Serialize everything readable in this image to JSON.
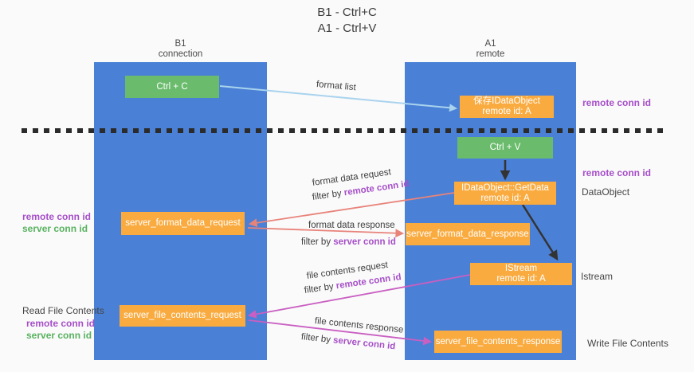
{
  "title": {
    "line1": "B1 - Ctrl+C",
    "line2": "A1 - Ctrl+V"
  },
  "columns": {
    "left": {
      "name": "B1",
      "role": "connection"
    },
    "right": {
      "name": "A1",
      "role": "remote"
    }
  },
  "boxes": {
    "ctrl_c": {
      "label": "Ctrl + C"
    },
    "ctrl_v": {
      "label": "Ctrl + V"
    },
    "save_idataobject": {
      "line1": "保存IDataObject",
      "line2": "remote id: A"
    },
    "idataobject_getdata": {
      "line1": "IDataObject::GetData",
      "line2": "remote id: A"
    },
    "istream": {
      "line1": "IStream",
      "line2": "remote id: A"
    },
    "server_format_data_request": {
      "label": "server_format_data_request"
    },
    "server_format_data_response": {
      "label": "server_format_data_response"
    },
    "server_file_contents_request": {
      "label": "server_file_contents_request"
    },
    "server_file_contents_response": {
      "label": "server_file_contents_response"
    }
  },
  "arrow_labels": {
    "format_list": "format list",
    "format_data_request": "format data request",
    "format_data_response": "format data response",
    "file_contents_request": "file contents request",
    "file_contents_response": "file contents response",
    "filter_by": "filter by ",
    "remote_conn_id": "remote conn id",
    "server_conn_id": "server conn id"
  },
  "side_labels": {
    "remote_conn_id": "remote conn id",
    "server_conn_id": "server conn id",
    "data_object": "DataObject",
    "istream": "Istream",
    "read_file_contents": "Read File Contents",
    "write_file_contents": "Write File Contents"
  },
  "colors": {
    "background": "#fafafa",
    "column_blue": "#4a80d6",
    "box_green": "#6abc6c",
    "box_orange": "#f9ab40",
    "accent_purple": "#a64fc8",
    "accent_green": "#58b25f",
    "arrow_lightblue": "#a9d3ee",
    "arrow_salmon": "#e8837a",
    "arrow_magenta": "#c95fc2",
    "arrow_black": "#333333",
    "dashed_line": "#2b2b2b"
  }
}
